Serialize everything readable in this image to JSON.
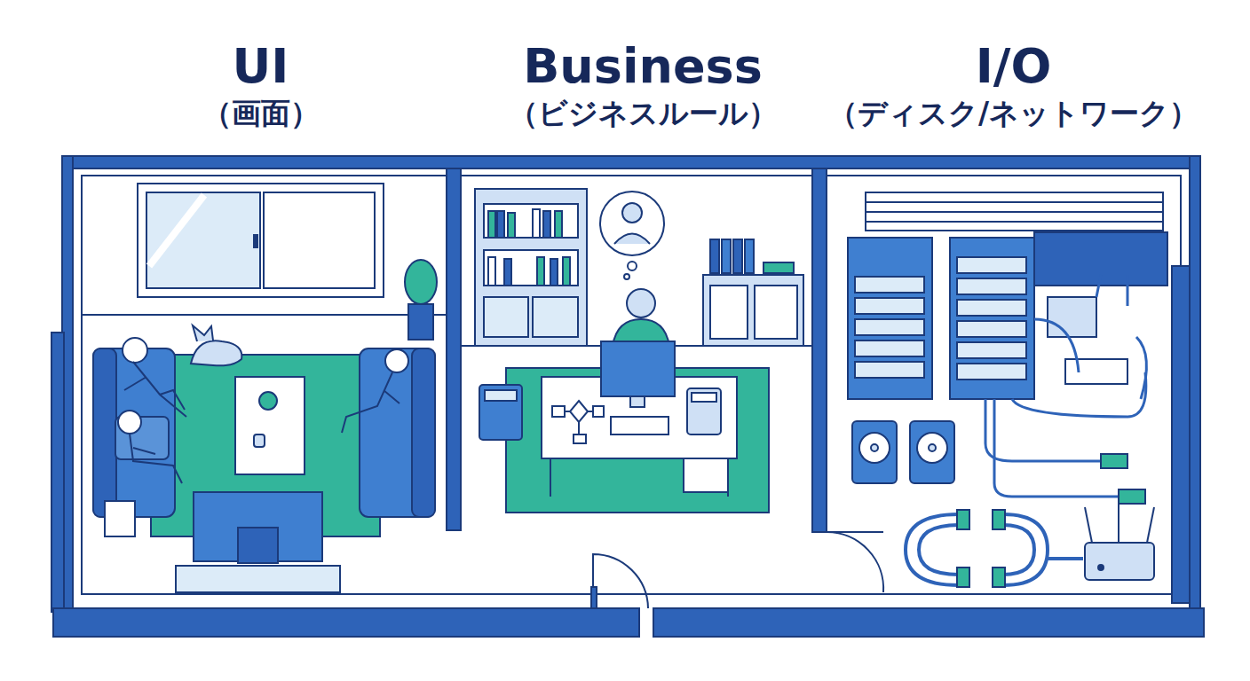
{
  "diagram": {
    "nodes": [
      {
        "text": [
          "UI",
          "（画面）"
        ]
      },
      {
        "text": [
          "Business",
          "（ビジネスルール）"
        ]
      },
      {
        "text": [
          "I/O",
          "（ディスク/ネットワーク）"
        ]
      }
    ]
  }
}
